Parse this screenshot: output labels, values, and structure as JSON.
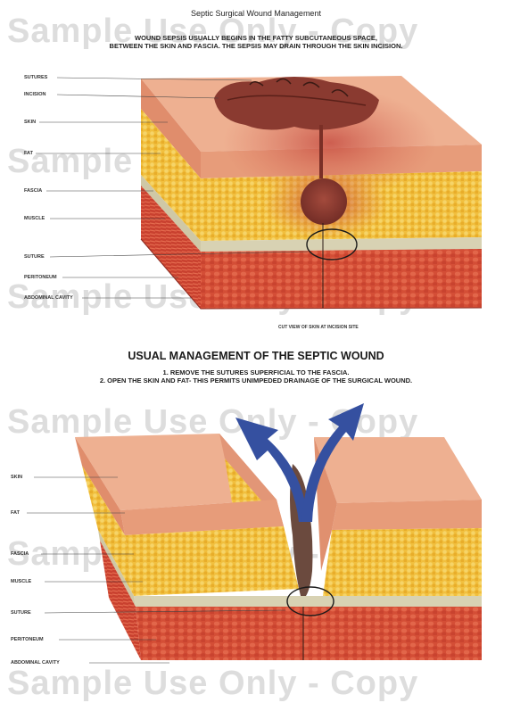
{
  "title": "Septic Surgical Wound Management",
  "top_caption": [
    "WOUND SEPSIS USUALLY BEGINS IN THE FATTY SUBCUTANEOUS SPACE,",
    "BETWEEN THE SKIN AND FASCIA. THE SEPSIS MAY DRAIN THROUGH THE SKIN INCISION."
  ],
  "top_labels": [
    "SUTURES",
    "INCISION",
    "SKIN",
    "FAT",
    "FASCIA",
    "MUSCLE",
    "SUTURE",
    "PERITONEUM",
    "ABDOMINAL CAVITY"
  ],
  "cut_view_note": "CUT VIEW OF SKIN AT INCISION SITE",
  "management_heading": "USUAL MANAGEMENT OF THE SEPTIC WOUND",
  "steps": [
    "1. REMOVE THE SUTURES SUPERFICIAL TO THE FASCIA.",
    "2. OPEN THE SKIN AND FAT- THIS PERMITS UNIMPEDED DRAINAGE OF THE SURGICAL WOUND."
  ],
  "bottom_labels": [
    "SKIN",
    "FAT",
    "FASCIA",
    "MUSCLE",
    "SUTURE",
    "PERITONEUM",
    "ABDOMINAL CAVITY"
  ],
  "watermark": "Sample Use Only - Copy",
  "colors": {
    "skin": "#e9a383",
    "skin_top": "#eeb091",
    "fat": "#f1bf3e",
    "fascia": "#d8d2b3",
    "muscle": "#d44e36",
    "peritoneum": "#c9413a",
    "pus": "#8a3a30",
    "arrow": "#3550a0"
  }
}
